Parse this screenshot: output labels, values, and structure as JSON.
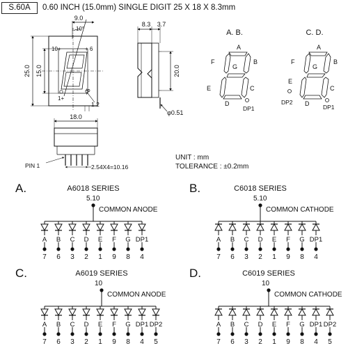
{
  "header": {
    "part_code": "S.60A",
    "description": "0.60 INCH  (15.0mm)  SINGLE DIGIT  25 X 18 X 8.3mm"
  },
  "front_view": {
    "dims": {
      "width": "9.0",
      "angle": "10°",
      "height_outer": "25.0",
      "height_inner": "15.0",
      "pitch": "1.2"
    },
    "pin_marks": {
      "top_left": "10+",
      "top_right": "+ 6",
      "bottom_left": "1+",
      "bottom_right": "+5"
    }
  },
  "side_view": {
    "dims": {
      "depth": "8.3",
      "lead": "3.7",
      "height": "20.0",
      "pin_diameter": "φ0.51"
    }
  },
  "bottom_view": {
    "dims": {
      "width": "18.0",
      "pin_span": "2.54X4=10.16"
    },
    "pin_label": "PIN 1"
  },
  "segment_diagrams": [
    {
      "title": "A. B.",
      "segments": [
        "A",
        "B",
        "C",
        "D",
        "E",
        "F",
        "G"
      ],
      "dp": [
        "DP1"
      ]
    },
    {
      "title": "C. D.",
      "segments": [
        "A",
        "B",
        "C",
        "D",
        "E",
        "F",
        "G"
      ],
      "dp": [
        "DP2",
        "DP1"
      ]
    }
  ],
  "notes": {
    "unit": "UNIT : mm",
    "tolerance": "TOLERANCE : ±0.2mm"
  },
  "circuits": [
    {
      "letter": "A.",
      "series": "A6018  SERIES",
      "common_pins": "5.10",
      "common_label": "COMMON  ANODE",
      "diodes": [
        {
          "seg": "A",
          "pin": "7"
        },
        {
          "seg": "B",
          "pin": "6"
        },
        {
          "seg": "C",
          "pin": "3"
        },
        {
          "seg": "D",
          "pin": "2"
        },
        {
          "seg": "E",
          "pin": "1"
        },
        {
          "seg": "F",
          "pin": "9"
        },
        {
          "seg": "G",
          "pin": "8"
        },
        {
          "seg": "DP1",
          "pin": "4"
        }
      ]
    },
    {
      "letter": "B.",
      "series": "C6018  SERIES",
      "common_pins": "5.10",
      "common_label": "COMMON  CATHODE",
      "diodes": [
        {
          "seg": "A",
          "pin": "7"
        },
        {
          "seg": "B",
          "pin": "6"
        },
        {
          "seg": "C",
          "pin": "3"
        },
        {
          "seg": "D",
          "pin": "2"
        },
        {
          "seg": "E",
          "pin": "1"
        },
        {
          "seg": "F",
          "pin": "9"
        },
        {
          "seg": "G",
          "pin": "8"
        },
        {
          "seg": "DP1",
          "pin": "4"
        }
      ]
    },
    {
      "letter": "C.",
      "series": "A6019  SERIES",
      "common_pins": "10",
      "common_label": "COMMON  ANODE",
      "diodes": [
        {
          "seg": "A",
          "pin": "7"
        },
        {
          "seg": "B",
          "pin": "6"
        },
        {
          "seg": "C",
          "pin": "3"
        },
        {
          "seg": "D",
          "pin": "2"
        },
        {
          "seg": "E",
          "pin": "1"
        },
        {
          "seg": "F",
          "pin": "9"
        },
        {
          "seg": "G",
          "pin": "8"
        },
        {
          "seg": "DP1",
          "pin": "4"
        },
        {
          "seg": "DP2",
          "pin": "5"
        }
      ]
    },
    {
      "letter": "D.",
      "series": "C6019  SERIES",
      "common_pins": "10",
      "common_label": "COMMON  CATHODE",
      "diodes": [
        {
          "seg": "A",
          "pin": "7"
        },
        {
          "seg": "B",
          "pin": "6"
        },
        {
          "seg": "C",
          "pin": "3"
        },
        {
          "seg": "D",
          "pin": "2"
        },
        {
          "seg": "E",
          "pin": "1"
        },
        {
          "seg": "F",
          "pin": "9"
        },
        {
          "seg": "G",
          "pin": "8"
        },
        {
          "seg": "DP1",
          "pin": "4"
        },
        {
          "seg": "DP2",
          "pin": "5"
        }
      ]
    }
  ]
}
